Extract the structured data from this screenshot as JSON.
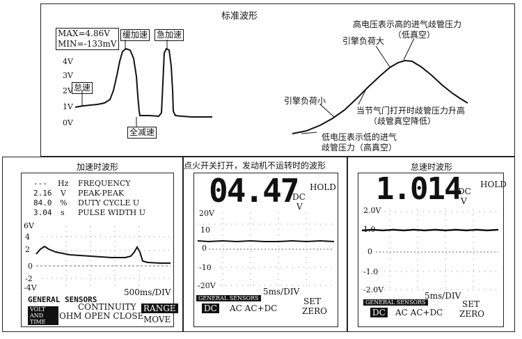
{
  "top": {
    "title": "标准波形",
    "max_label": "MAX=4.86V",
    "min_label": "MIN=-133mV",
    "accel_slow": "缓加速",
    "accel_fast": "急加速",
    "idle": "怠速",
    "full_decel": "全减速",
    "y_ticks": [
      "4V",
      "3V",
      "2V",
      "1V",
      "0V"
    ],
    "right": {
      "high_title_1": "高电压表示高的进气歧管压力",
      "high_title_2": "（低真空）",
      "load_high": "引擎负荷大",
      "load_low": "引擎负荷小",
      "throttle_1": "当节气门打开时歧管压力升高",
      "throttle_2": "（歧管真空降低）",
      "low_1": "低电压表示低的进气",
      "low_2": "歧管压力（高真空）"
    }
  },
  "panel1": {
    "title": "加速时波形",
    "readings": [
      {
        "value": "---",
        "unit": "Hz",
        "label": "FREQUENCY"
      },
      {
        "value": "2.16",
        "unit": "V",
        "label": "PEAK-PEAK"
      },
      {
        "value": "84.0",
        "unit": "%",
        "label": "DUTY CYCLE  U"
      },
      {
        "value": "3.04",
        "unit": "s",
        "label": "PULSE WIDTH U"
      }
    ],
    "y_ticks": [
      "6V",
      "4",
      "2",
      "0",
      "-2",
      "-4V"
    ],
    "timebase": "500ms/DIV",
    "mode": "GENERAL  SENSORS",
    "volt_time": "VOLT AND TIME",
    "continuity": "CONTINUITY",
    "ohm": "OHM OPEN CLOSE",
    "range": "RANGE",
    "move": "MOVE"
  },
  "panel2": {
    "title": "点火开关打开，发动机不运转时的波形",
    "reading": "04.47",
    "unit_dc": "DC",
    "unit_v": "V",
    "hold": "HOLD",
    "y_ticks": [
      "20V",
      "10",
      "0",
      "-10",
      "-20V"
    ],
    "timebase": "5ms/DIV",
    "mode": "GENERAL SENSORS",
    "dc": "DC",
    "ac": "AC AC+DC",
    "set": "SET",
    "zero": "ZERO"
  },
  "panel3": {
    "title": "怠速时波形",
    "reading": "1.014",
    "unit_dc": "DC",
    "unit_v": "V",
    "hold": "HOLD",
    "y_ticks": [
      "2.0V",
      "1.0",
      "0",
      "-1.0",
      "-2.0V"
    ],
    "timebase": "5ms/DIV",
    "mode": "GENERAL SENSORS",
    "dc": "DC",
    "ac": "AC AC+DC",
    "set": "SET",
    "zero": "ZERO"
  }
}
